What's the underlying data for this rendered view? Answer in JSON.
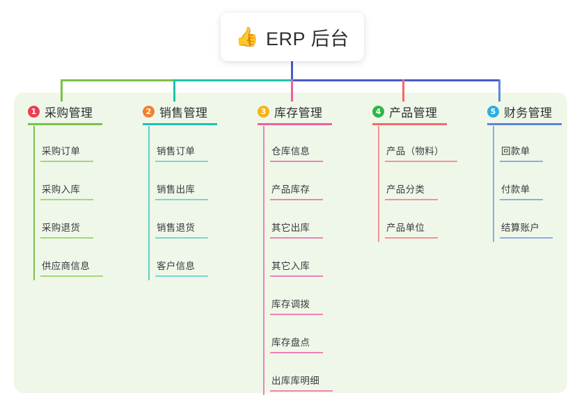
{
  "diagram": {
    "type": "mind-map",
    "background_color": "#ffffff",
    "panel_color": "#eff7e9",
    "root": {
      "icon": "thumbs-up-emoji",
      "emoji": "👍",
      "title": "ERP 后台"
    },
    "connector_colors": {
      "stem": "#4a59c4",
      "left_branch": "#7cc04a",
      "mid_branch": "#1ec2b0",
      "right_branch": "#4a59c4",
      "drop_1": "#7cc04a",
      "drop_2": "#1ec2b0",
      "drop_3": "#ee5fa0",
      "drop_4": "#f2696b",
      "drop_5": "#5b86d8"
    },
    "columns": [
      {
        "index": "1",
        "badge_number": "1",
        "badge_color": "#ee3d53",
        "title": "采购管理",
        "accent_color": "#7cc04a",
        "items": [
          {
            "label": "采购订单"
          },
          {
            "label": "采购入库"
          },
          {
            "label": "采购退货"
          },
          {
            "label": "供应商信息"
          }
        ]
      },
      {
        "index": "2",
        "badge_number": "2",
        "badge_color": "#f1812f",
        "title": "销售管理",
        "accent_color": "#1ec2b0",
        "items": [
          {
            "label": "销售订单"
          },
          {
            "label": "销售出库"
          },
          {
            "label": "销售退货"
          },
          {
            "label": "客户信息"
          }
        ]
      },
      {
        "index": "3",
        "badge_number": "3",
        "badge_color": "#f5b418",
        "title": "库存管理",
        "accent_color": "#ee5fa0",
        "items": [
          {
            "label": "仓库信息"
          },
          {
            "label": "产品库存"
          },
          {
            "label": "其它出库"
          },
          {
            "label": "其它入库"
          },
          {
            "label": "库存调拨"
          },
          {
            "label": "库存盘点"
          },
          {
            "label": "出库库明细"
          }
        ]
      },
      {
        "index": "4",
        "badge_number": "4",
        "badge_color": "#2cb84a",
        "title": "产品管理",
        "accent_color": "#f2696b",
        "items": [
          {
            "label": "产品（物料）"
          },
          {
            "label": "产品分类"
          },
          {
            "label": "产品单位"
          }
        ]
      },
      {
        "index": "5",
        "badge_number": "5",
        "badge_color": "#2eaee0",
        "title": "财务管理",
        "accent_color": "#5b86d8",
        "items": [
          {
            "label": "回款单"
          },
          {
            "label": "付款单"
          },
          {
            "label": "结算账户"
          }
        ]
      }
    ]
  }
}
